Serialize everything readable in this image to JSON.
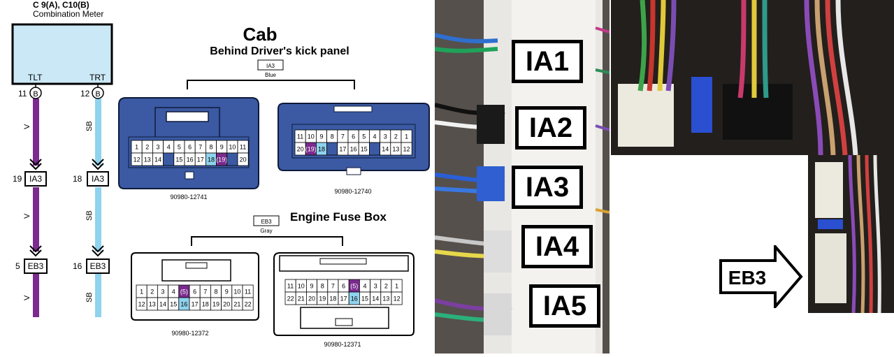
{
  "meter": {
    "code": "C 9(A), C10(B)",
    "name": "Combination Meter",
    "left_terminal": "TLT",
    "right_terminal": "TRT"
  },
  "wires": [
    {
      "pin_top": "11",
      "connector_top": "B",
      "color_code": "V",
      "color": "#7b2a8e",
      "mid_pin": "19",
      "mid_connector": "IA3",
      "bottom_pin": "5",
      "bottom_connector": "EB3"
    },
    {
      "pin_top": "12",
      "connector_top": "B",
      "color_code": "SB",
      "color": "#8fd3ee",
      "mid_pin": "18",
      "mid_connector": "IA3",
      "bottom_pin": "16",
      "bottom_connector": "EB3"
    }
  ],
  "cab": {
    "title": "Cab",
    "subtitle": "Behind Driver's kick panel",
    "connector_id": "IA3",
    "connector_color": "Blue",
    "left_part_number": "90980-12741",
    "right_part_number": "90980-12740",
    "left_rows": [
      [
        "1",
        "2",
        "3",
        "4",
        "5",
        "6",
        "7",
        "8",
        "9",
        "10",
        "11"
      ],
      [
        "12",
        "13",
        "14",
        "",
        "15",
        "16",
        "17",
        "18",
        "(19)",
        "",
        "20"
      ]
    ],
    "right_rows": [
      [
        "11",
        "10",
        "9",
        "8",
        "7",
        "6",
        "5",
        "4",
        "3",
        "2",
        "1"
      ],
      [
        "20",
        "(19)",
        "18",
        "",
        "17",
        "16",
        "15",
        "",
        "14",
        "13",
        "12"
      ]
    ]
  },
  "engine": {
    "title": "Engine Fuse Box",
    "connector_id": "EB3",
    "connector_color": "Gray",
    "left_part_number": "90980-12372",
    "right_part_number": "90980-12371",
    "left_rows": [
      [
        "1",
        "2",
        "3",
        "4",
        "(5)",
        "6",
        "7",
        "8",
        "9",
        "10",
        "11"
      ],
      [
        "12",
        "13",
        "14",
        "15",
        "16",
        "17",
        "18",
        "19",
        "20",
        "21",
        "22"
      ]
    ],
    "right_rows": [
      [
        "11",
        "10",
        "9",
        "8",
        "7",
        "6",
        "(5)",
        "4",
        "3",
        "2",
        "1"
      ],
      [
        "22",
        "21",
        "20",
        "19",
        "18",
        "17",
        "16",
        "15",
        "14",
        "13",
        "12"
      ]
    ]
  },
  "photo_labels": {
    "ia1": "IA1",
    "ia2": "IA2",
    "ia3": "IA3",
    "ia4": "IA4",
    "ia5": "IA5",
    "eb3": "EB3"
  },
  "colors": {
    "violet": "#7b2a8e",
    "sky_blue": "#8fd3ee",
    "connector_blue": "#3b5aa3",
    "meter_fill": "#cbe8f6"
  }
}
